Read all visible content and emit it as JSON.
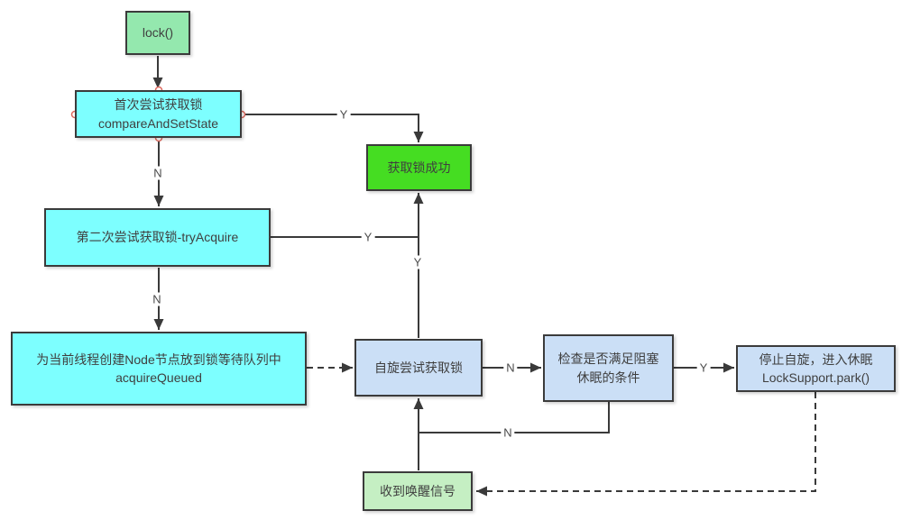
{
  "diagram": {
    "title": "lock acquisition flowchart (AQS)",
    "colors": {
      "edge": "#3a3a3a",
      "connection_point": "#dd6a5f",
      "background": "#ffffff",
      "cyan_node": "#7dffff",
      "blue_node": "#cbdff6",
      "mint_node": "#94e8ae",
      "bright_green_node": "#45dd22",
      "pale_green_node": "#c5efc3"
    },
    "nodes": {
      "lock": {
        "label": "lock()",
        "fill": "#94e8ae"
      },
      "first_try": {
        "label": "首次尝试获取锁\ncompareAndSetState",
        "fill": "#7dffff"
      },
      "acquire_success": {
        "label": "获取锁成功",
        "fill": "#45dd22"
      },
      "second_try": {
        "label": "第二次尝试获取锁-tryAcquire",
        "fill": "#7dffff"
      },
      "enqueue_node": {
        "label": "为当前线程创建Node节点放到锁等待队列中\nacquireQueued",
        "fill": "#7dffff"
      },
      "spin_try": {
        "label": "自旋尝试获取锁",
        "fill": "#cbdff6"
      },
      "check_block": {
        "label": "检查是否满足阻塞\n休眠的条件",
        "fill": "#cbdff6"
      },
      "park": {
        "label": "停止自旋，进入休眠\nLockSupport.park()",
        "fill": "#cbdff6"
      },
      "wakeup": {
        "label": "收到唤醒信号",
        "fill": "#c5efc3"
      }
    },
    "edge_labels": {
      "first_try_yes": "Y",
      "first_try_no": "N",
      "second_try_yes": "Y",
      "spin_success_yes": "Y",
      "second_try_no": "N",
      "spin_fail_no": "N",
      "check_yes": "Y",
      "check_no": "N"
    }
  }
}
